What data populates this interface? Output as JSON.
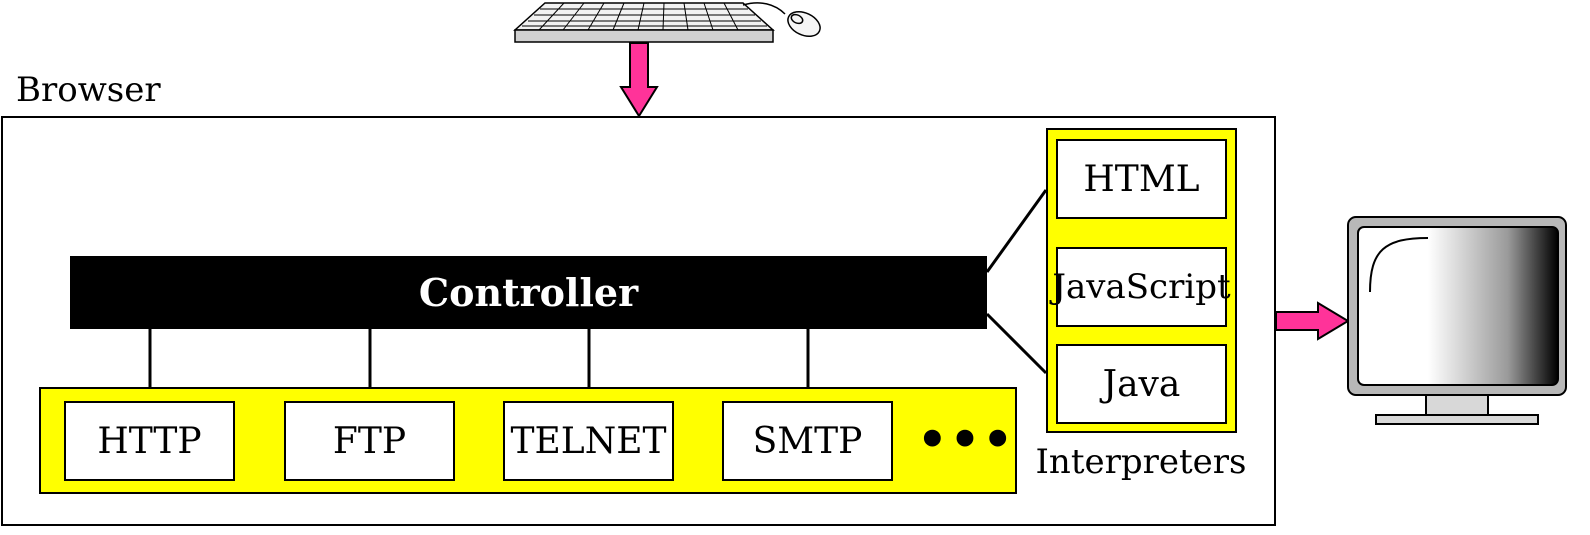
{
  "browser": {
    "label": "Browser"
  },
  "controller": {
    "label": "Controller"
  },
  "clients": {
    "items": [
      "HTTP",
      "FTP",
      "TELNET",
      "SMTP"
    ],
    "more": "•••"
  },
  "interpreters": {
    "label": "Interpreters",
    "items": [
      "HTML",
      "JavaScript",
      "Java"
    ]
  },
  "icons": {
    "input": [
      "keyboard-icon",
      "mouse-icon"
    ],
    "output": "monitor-icon",
    "arrow_color": "#ff3399",
    "panel_color": "#ffff00"
  }
}
